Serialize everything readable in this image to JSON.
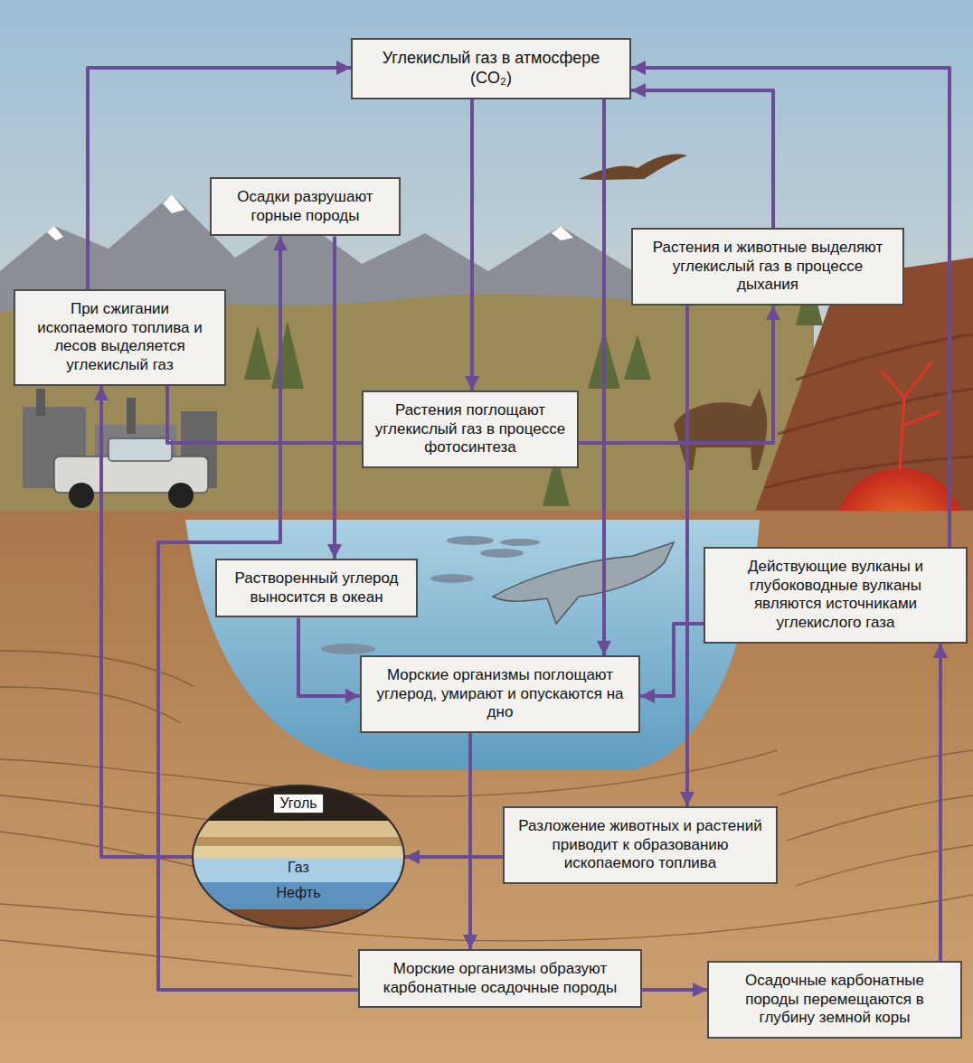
{
  "diagram": {
    "nodes": [
      {
        "text": [
          "Углекислый газ в атмосфере (CO₂)"
        ]
      },
      {
        "text": [
          "Осадки разрушают горные породы"
        ]
      },
      {
        "text": [
          "Растения и животные выделяют углекислый газ в процессе дыхания"
        ]
      },
      {
        "text": [
          "При сжигании ископаемого топлива и лесов выделяется углекислый газ"
        ]
      },
      {
        "text": [
          "Растения поглощают углекислый газ в процессе фотосинтеза"
        ]
      },
      {
        "text": [
          "Растворенный углерод выносится в океан"
        ]
      },
      {
        "text": [
          "Действующие вулканы и глубоководные вулканы являются источниками углекислого газа"
        ]
      },
      {
        "text": [
          "Морские организмы поглощают углерод, умирают и опускаются на дно"
        ]
      },
      {
        "text": [
          "Уголь",
          "Газ",
          "Нефть"
        ]
      },
      {
        "text": [
          "Разложение животных и растений приводит к образованию ископаемого топлива"
        ]
      },
      {
        "text": [
          "Морские организмы образуют карбонатные осадочные породы"
        ]
      },
      {
        "text": [
          "Осадочные карбонатные породы перемещаются в глубину земной коры"
        ]
      }
    ],
    "edges": [
      {
        "from": 3,
        "to": 0,
        "arrow": "to"
      },
      {
        "from": 8,
        "to": 3,
        "arrow": "to"
      },
      {
        "from": 0,
        "to": 4,
        "arrow": "to"
      },
      {
        "from": 4,
        "to": 2,
        "arrow": "to"
      },
      {
        "from": 2,
        "to": 0,
        "arrow": "to"
      },
      {
        "from": 6,
        "to": 0,
        "arrow": "to"
      },
      {
        "from": 0,
        "to": 7,
        "arrow": "to"
      },
      {
        "from": 2,
        "to": 9,
        "arrow": "to"
      },
      {
        "from": 6,
        "to": 7,
        "arrow": "to"
      },
      {
        "from": 1,
        "to": 5,
        "arrow": "to"
      },
      {
        "from": 5,
        "to": 7,
        "arrow": "to"
      },
      {
        "from": 7,
        "to": 10,
        "arrow": "to"
      },
      {
        "from": 9,
        "to": 8,
        "arrow": "to"
      },
      {
        "from": 10,
        "to": 11,
        "arrow": "to"
      },
      {
        "from": 11,
        "to": 6,
        "arrow": "to"
      },
      {
        "from": 10,
        "to": 1,
        "arrow": "to"
      },
      {
        "from": 4,
        "to": 3,
        "arrow": "none"
      }
    ]
  }
}
